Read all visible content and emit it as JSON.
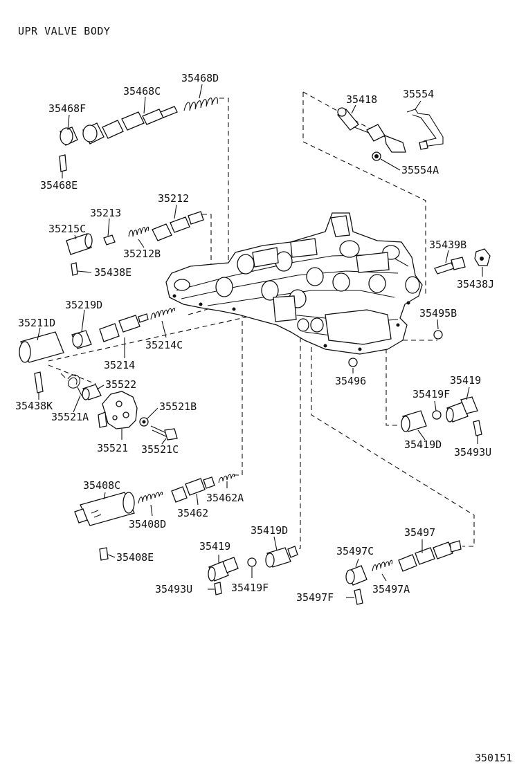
{
  "title": "UPR VALVE BODY",
  "figure_number": "350151",
  "labels": {
    "p35468D": "35468D",
    "p35468C": "35468C",
    "p35468F": "35468F",
    "p35468E": "35468E",
    "p35418": "35418",
    "p35554": "35554",
    "p35554A": "35554A",
    "p35212": "35212",
    "p35213": "35213",
    "p35215C": "35215C",
    "p35212B": "35212B",
    "p35438E": "35438E",
    "p35439B": "35439B",
    "p35438J": "35438J",
    "p35219D": "35219D",
    "p35211D": "35211D",
    "p35214C": "35214C",
    "p35214": "35214",
    "p35495B": "35495B",
    "p35496": "35496",
    "p35522": "35522",
    "p35438K": "35438K",
    "p35521A": "35521A",
    "p35521B": "35521B",
    "p35521": "35521",
    "p35521C": "35521C",
    "p35419_r": "35419",
    "p35419F_r": "35419F",
    "p35419D_r": "35419D",
    "p35493U_r": "35493U",
    "p35408C": "35408C",
    "p35462A": "35462A",
    "p35408D": "35408D",
    "p35462": "35462",
    "p35408E": "35408E",
    "p35419_b": "35419",
    "p35419D_b": "35419D",
    "p35493U_b": "35493U",
    "p35419F_b": "35419F",
    "p35497": "35497",
    "p35497C": "35497C",
    "p35497F": "35497F",
    "p35497A": "35497A"
  }
}
